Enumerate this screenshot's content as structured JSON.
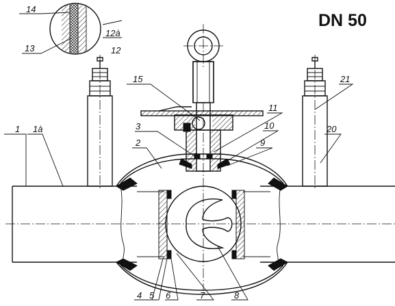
{
  "title": "DN 50",
  "callouts": {
    "c1": "1",
    "c1a": "1à",
    "c2": "2",
    "c3": "3",
    "c4": "4",
    "c5": "5",
    "c6": "6",
    "c7": "7",
    "c8": "8",
    "c9": "9",
    "c10": "10",
    "c11": "11",
    "c12": "12",
    "c12a": "12à",
    "c13": "13",
    "c14": "14",
    "c15": "15",
    "c20": "20",
    "c21": "21"
  }
}
